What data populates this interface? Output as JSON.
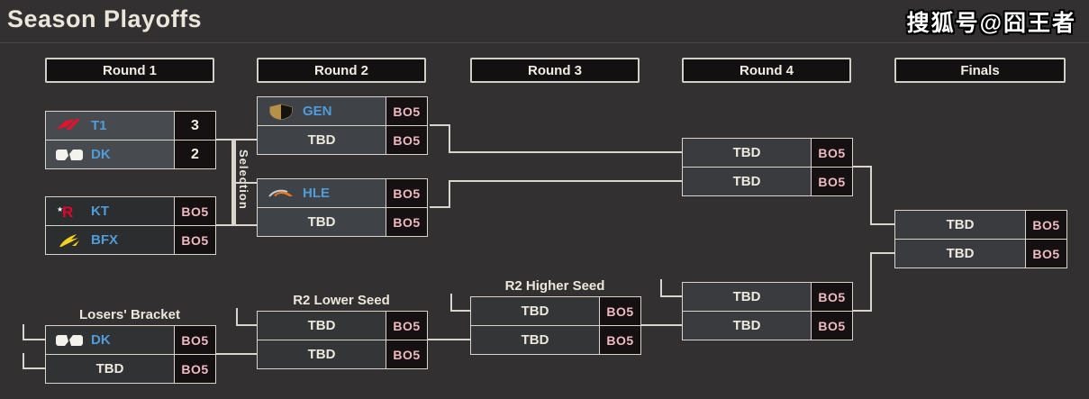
{
  "page": {
    "title": "Season Playoffs",
    "watermark": "搜狐号@囧王者"
  },
  "columns": [
    {
      "label": "Round 1"
    },
    {
      "label": "Round 2"
    },
    {
      "label": "Round 3"
    },
    {
      "label": "Round 4"
    },
    {
      "label": "Finals"
    }
  ],
  "labels": {
    "selection": "Selection",
    "losers_bracket": "Losers' Bracket",
    "r2_lower_seed": "R2 Lower Seed",
    "r2_higher_seed": "R2 Higher Seed"
  },
  "matches": {
    "r1_upper": {
      "rows": [
        {
          "team": "T1",
          "logo": "t1-logo",
          "score": "3"
        },
        {
          "team": "DK",
          "logo": "dk-logo",
          "score": "2"
        }
      ]
    },
    "r1_lower": {
      "rows": [
        {
          "team": "KT",
          "logo": "kt-logo",
          "score": "BO5"
        },
        {
          "team": "BFX",
          "logo": "bfx-logo",
          "score": "BO5"
        }
      ]
    },
    "r2_gen": {
      "rows": [
        {
          "team": "GEN",
          "logo": "gen-logo",
          "score": "BO5"
        },
        {
          "team": "TBD",
          "logo": "",
          "score": "BO5"
        }
      ]
    },
    "r2_hle": {
      "rows": [
        {
          "team": "HLE",
          "logo": "hle-logo",
          "score": "BO5"
        },
        {
          "team": "TBD",
          "logo": "",
          "score": "BO5"
        }
      ]
    },
    "losers": {
      "rows": [
        {
          "team": "DK",
          "logo": "dk-logo",
          "score": "BO5"
        },
        {
          "team": "TBD",
          "logo": "",
          "score": "BO5"
        }
      ]
    },
    "r2_lower": {
      "rows": [
        {
          "team": "TBD",
          "logo": "",
          "score": "BO5"
        },
        {
          "team": "TBD",
          "logo": "",
          "score": "BO5"
        }
      ]
    },
    "r2_higher": {
      "rows": [
        {
          "team": "TBD",
          "logo": "",
          "score": "BO5"
        },
        {
          "team": "TBD",
          "logo": "",
          "score": "BO5"
        }
      ]
    },
    "r4_upper": {
      "rows": [
        {
          "team": "TBD",
          "logo": "",
          "score": "BO5"
        },
        {
          "team": "TBD",
          "logo": "",
          "score": "BO5"
        }
      ]
    },
    "r4_lower": {
      "rows": [
        {
          "team": "TBD",
          "logo": "",
          "score": "BO5"
        },
        {
          "team": "TBD",
          "logo": "",
          "score": "BO5"
        }
      ]
    },
    "finals": {
      "rows": [
        {
          "team": "TBD",
          "logo": "",
          "score": "BO5"
        },
        {
          "team": "TBD",
          "logo": "",
          "score": "BO5"
        }
      ]
    }
  },
  "colors": {
    "background": "#333031",
    "team_name_blue": "#4f9cd9",
    "tbd_text": "#ece8dd",
    "bo5_pink": "#efbac1",
    "score_white": "#f3f0e6",
    "line_white": "#d8d5ce",
    "score_cell_bg": "#151112",
    "header_bg": "#121011"
  }
}
